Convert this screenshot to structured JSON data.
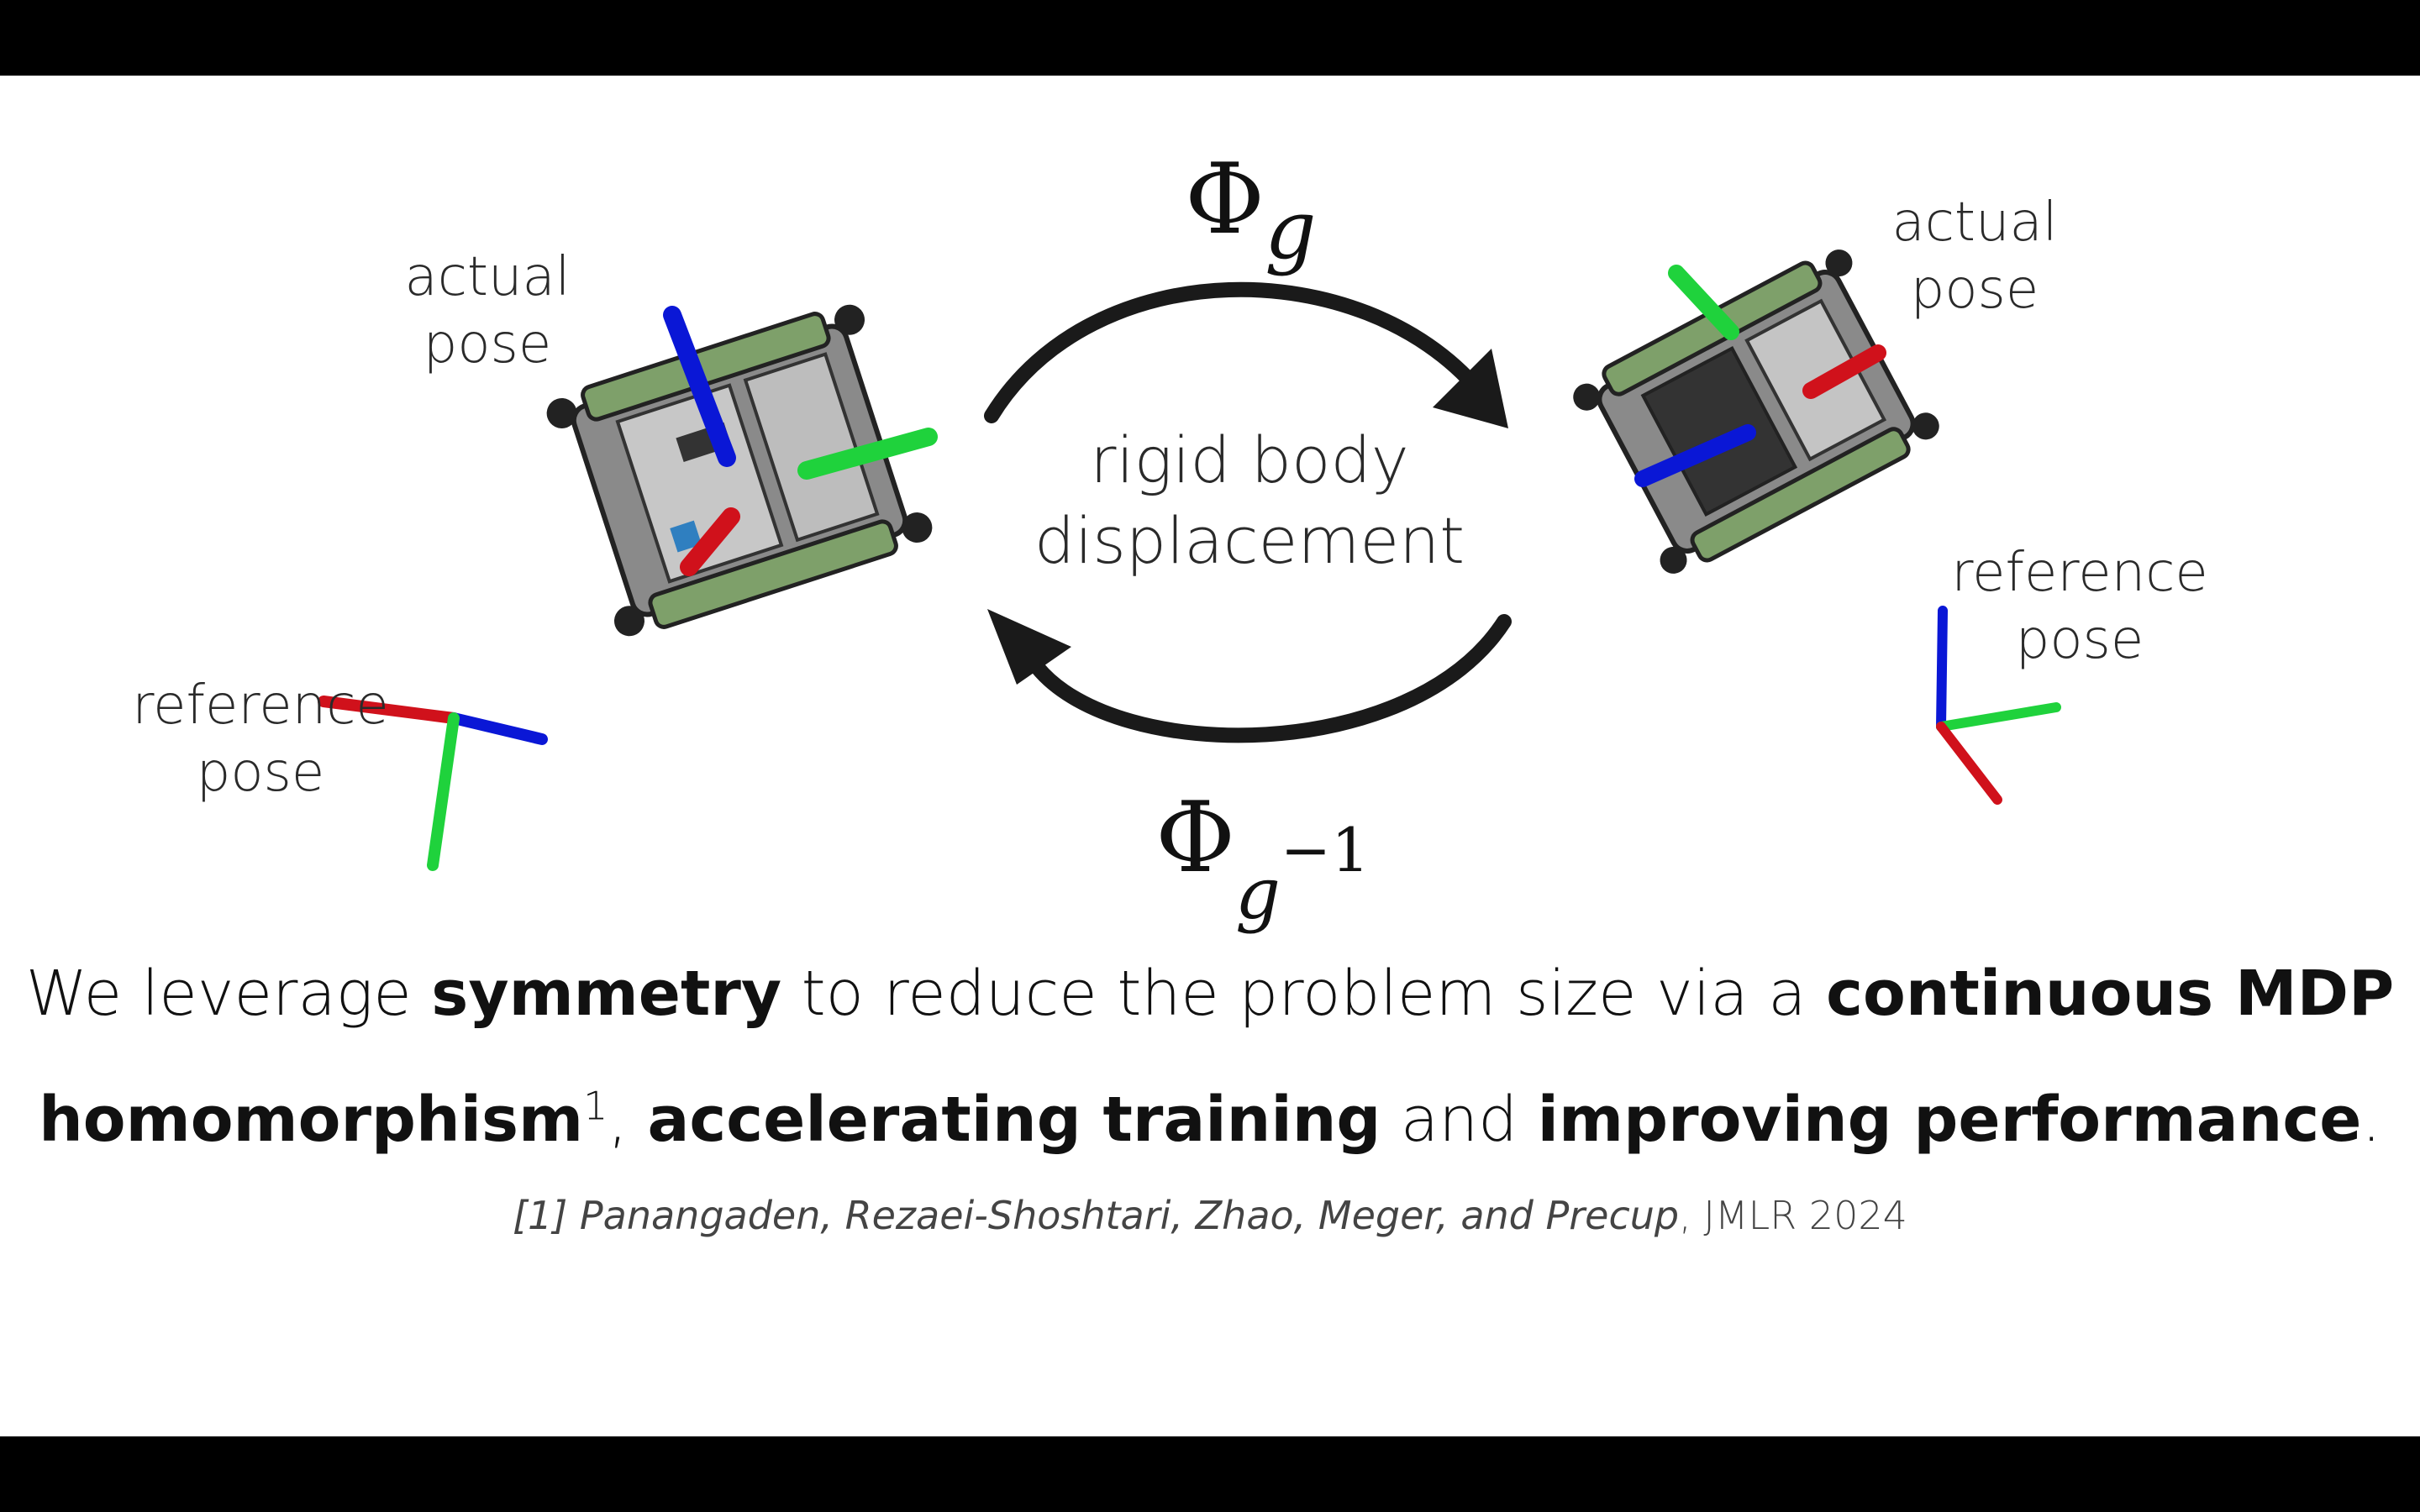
{
  "labels": {
    "left_actual": "actual\npose",
    "left_reference": "reference\npose",
    "right_actual": "actual\npose",
    "right_reference": "reference\npose",
    "center": "rigid body\ndisplacement"
  },
  "phi": {
    "symbol": "Φ",
    "top_sub": "g",
    "bottom_sub": "g",
    "bottom_sup": "−1"
  },
  "caption": {
    "line1": {
      "t1": "We leverage ",
      "b1": "symmetry",
      "t2": " to reduce the problem size via a ",
      "b2": "continuous MDP"
    },
    "line2": {
      "b1": "homomorphism",
      "sup": "1",
      "t1": ", ",
      "b2": "accelerating training",
      "t2": " and ",
      "b3": "improving performance",
      "t3": "."
    }
  },
  "citation": {
    "ref": "[1] Panangaden, Rezaei-Shoshtari, Zhao, Meger, and Precup",
    "venue": ", JMLR 2024"
  },
  "colors": {
    "axis_x": "#d0111b",
    "axis_y": "#1fd23c",
    "axis_z": "#0a17d6",
    "arrow": "#1a1a1a",
    "robot_body": "#a9a9a9",
    "robot_tread": "#7ea06a"
  }
}
